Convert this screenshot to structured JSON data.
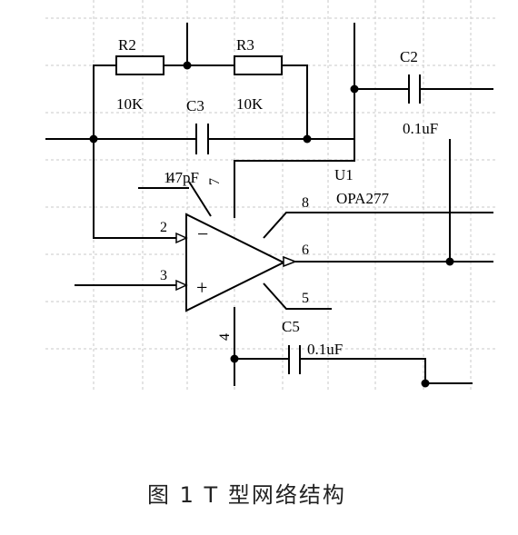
{
  "components": {
    "r2": {
      "ref": "R2",
      "value": "10K"
    },
    "r3": {
      "ref": "R3",
      "value": "10K"
    },
    "c2": {
      "ref": "C2",
      "value": "0.1uF"
    },
    "c3": {
      "ref": "C3",
      "value": "47pF",
      "overlap_digit": "1"
    },
    "c5": {
      "ref": "C5",
      "value": "0.1uF"
    },
    "u1": {
      "ref": "U1",
      "part": "OPA277"
    }
  },
  "pins": {
    "p2": "2",
    "p3": "3",
    "p4": "4",
    "p5": "5",
    "p6": "6",
    "p7": "7",
    "p8": "8"
  },
  "opamp_symbols": {
    "minus": "−",
    "plus": "+"
  },
  "caption": "图 1   T 型网络结构"
}
